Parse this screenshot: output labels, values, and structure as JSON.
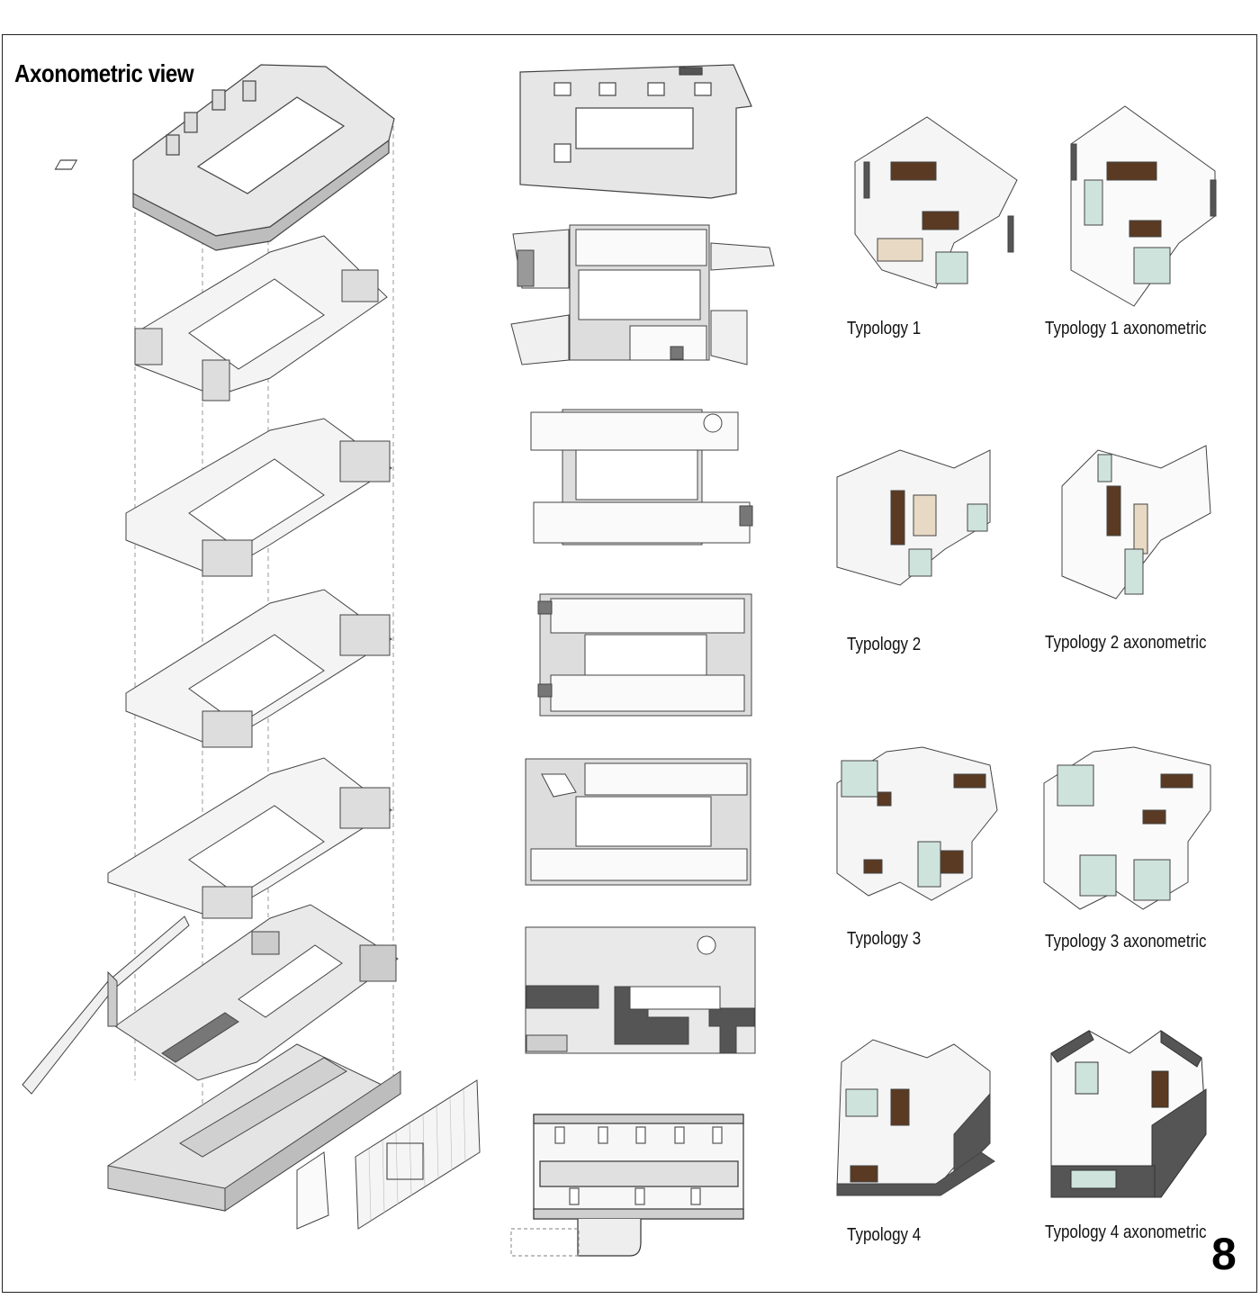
{
  "title": "Axonometric view",
  "page_number": "8",
  "typologies": [
    {
      "label": "Typology 1",
      "axo_label": "Typology 1 axonometric"
    },
    {
      "label": "Typology 2",
      "axo_label": "Typology 2 axonometric"
    },
    {
      "label": "Typology 3",
      "axo_label": "Typology 3 axonometric"
    },
    {
      "label": "Typology 4",
      "axo_label": "Typology 4 axonometric"
    }
  ],
  "colors": {
    "line": "#333333",
    "floor_fill": "#e6e6e6",
    "wood": "#5a3a22",
    "glass": "#cfe3dd",
    "dark": "#555555"
  }
}
